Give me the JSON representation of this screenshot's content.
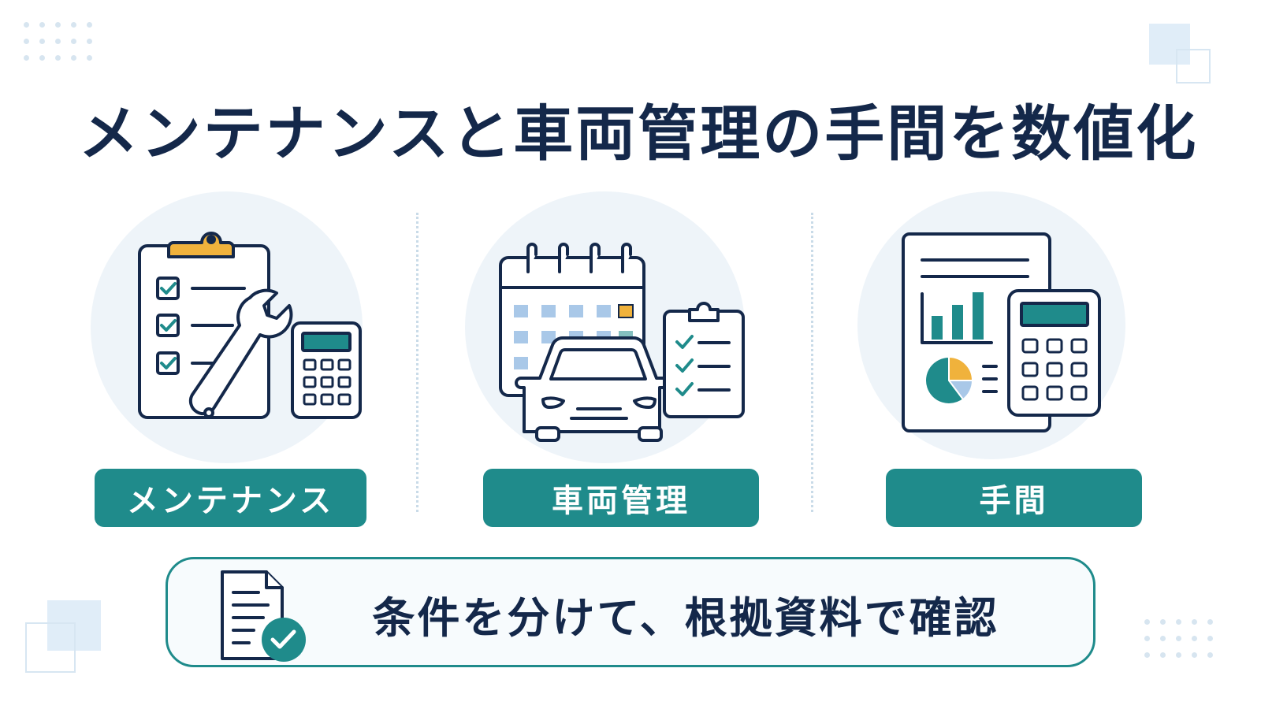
{
  "title": "メンテナンスと車両管理の手間を数値化",
  "cards": [
    {
      "label": "メンテナンス",
      "icon": "clipboard-wrench-calculator-icon"
    },
    {
      "label": "車両管理",
      "icon": "calendar-car-checklist-icon"
    },
    {
      "label": "手間",
      "icon": "report-chart-calculator-icon"
    }
  ],
  "footer": {
    "text": "条件を分けて、根拠資料で確認",
    "icon": "document-check-icon"
  },
  "colors": {
    "navy": "#14284a",
    "teal": "#1f8b8b",
    "amber": "#f0b23c",
    "light_blue": "#a9c8e8",
    "halo": "#eef4f9"
  }
}
